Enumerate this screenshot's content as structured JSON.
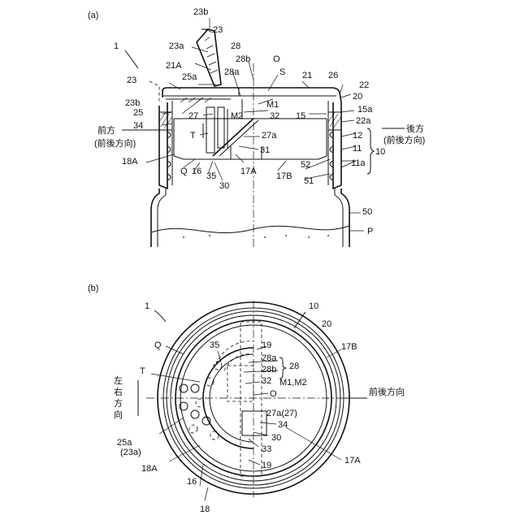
{
  "panel_a": {
    "label": "(a)",
    "ref_labels": {
      "l23b_top": "23b",
      "l23_top": "23",
      "l28_top": "28",
      "l23a": "23a",
      "l28b": "28b",
      "l1": "1",
      "l21A": "21A",
      "lO": "O",
      "l23_left": "23",
      "l25a": "25a",
      "l28a": "28a",
      "lS": "S",
      "l21": "21",
      "l26": "26",
      "l22": "22",
      "l20": "20",
      "l23b_left": "23b",
      "lM1": "M1",
      "lM2": "M2",
      "l32": "32",
      "l15": "15",
      "l15a": "15a",
      "l22a": "22a",
      "l25": "25",
      "l27": "27",
      "l34": "34",
      "lT": "T",
      "l27a": "27a",
      "l12": "12",
      "l11": "11",
      "l10": "10",
      "l31": "31",
      "l18A": "18A",
      "l52": "52",
      "l11a": "11a",
      "lQ": "Q",
      "l16": "16",
      "l35": "35",
      "l17A": "17A",
      "l17B": "17B",
      "l51": "51",
      "l30": "30",
      "l50": "50",
      "lP": "P"
    },
    "direction_front": "前方",
    "direction_front_sub": "(前後方向)",
    "direction_back": "後方",
    "direction_back_sub": "(前後方向)"
  },
  "panel_b": {
    "label": "(b)",
    "ref_labels": {
      "l1": "1",
      "l10": "10",
      "l20": "20",
      "lQ": "Q",
      "l35": "35",
      "l19_top": "19",
      "l17B": "17B",
      "l28a": "28a",
      "l28": "28",
      "l28b": "28b",
      "lT": "T",
      "l32": "32",
      "lM1M2": "M1,M2",
      "lO": "O",
      "l27a27": "27a(27)",
      "l34": "34",
      "l25a": "25a",
      "l23a": "(23a)",
      "l30": "30",
      "l33": "33",
      "l18A": "18A",
      "l19_bottom": "19",
      "l17A": "17A",
      "l16": "16",
      "l18": "18"
    },
    "direction_lr": "左右方向",
    "direction_fb": "前後方向"
  }
}
